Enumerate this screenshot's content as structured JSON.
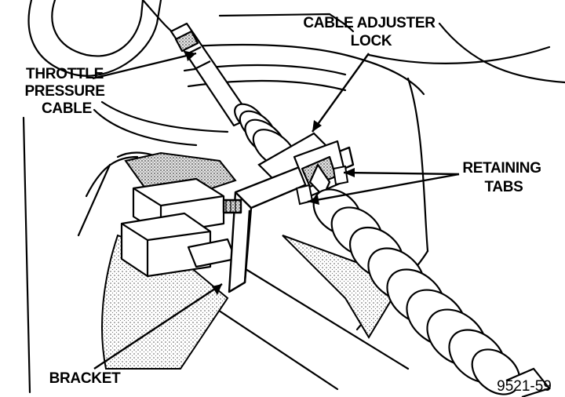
{
  "labels": {
    "throttle_cable": [
      "THROTTLE",
      "PRESSURE",
      "CABLE"
    ],
    "adjuster_lock": [
      "CABLE ADJUSTER",
      "LOCK"
    ],
    "retaining_tabs": [
      "RETAINING",
      "TABS"
    ],
    "bracket": "BRACKET"
  },
  "figure_number": "9521-59",
  "colors": {
    "ink": "#000000",
    "paper": "#ffffff",
    "shade": "#bdbdbd"
  }
}
